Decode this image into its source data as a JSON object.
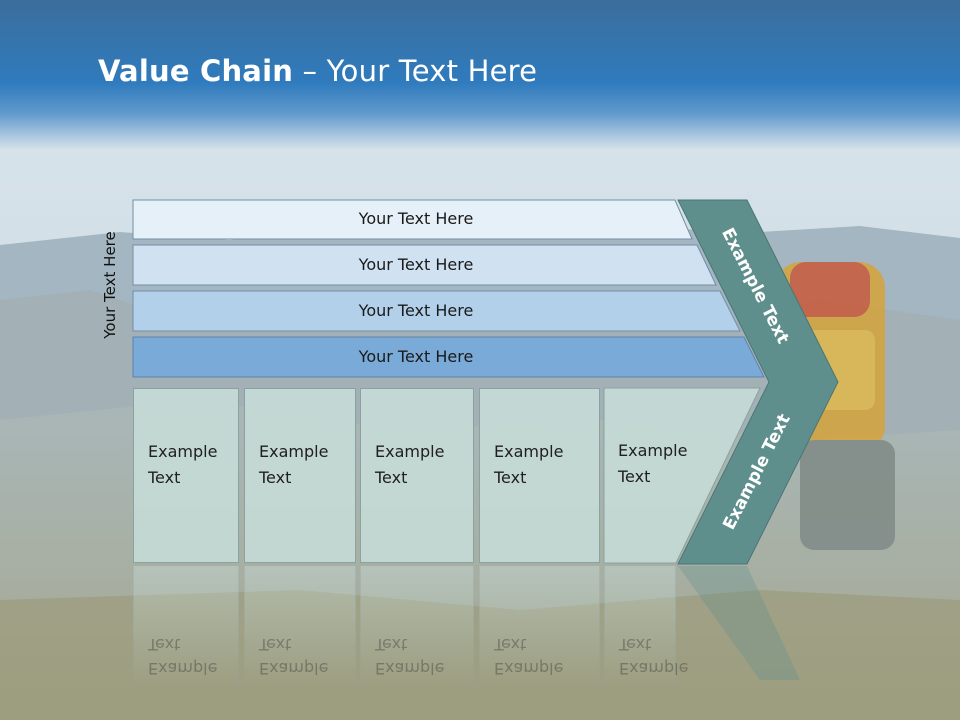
{
  "header": {
    "title_bold": "Value Chain",
    "title_sep": " – ",
    "title_rest": "Your Text Here"
  },
  "diagram": {
    "vertical_label": "Your Text Here",
    "bars": [
      {
        "label": "Your Text Here",
        "fill": "#e6f0f8"
      },
      {
        "label": "Your Text Here",
        "fill": "#d0e1f1"
      },
      {
        "label": "Your Text Here",
        "fill": "#b2d0ea"
      },
      {
        "label": "Your Text Here",
        "fill": "#7aaad8"
      }
    ],
    "boxes": [
      {
        "text": "Example\nText"
      },
      {
        "text": "Example\nText"
      },
      {
        "text": "Example\nText"
      },
      {
        "text": "Example\nText"
      },
      {
        "text": "Example\nText"
      }
    ],
    "chevron_upper_text": "Example Text",
    "chevron_lower_text": "Example Text",
    "colors": {
      "chevron": "#5e8f8d",
      "header_blue": "#2f7bbd",
      "box_fill": "#c6dad6"
    }
  }
}
